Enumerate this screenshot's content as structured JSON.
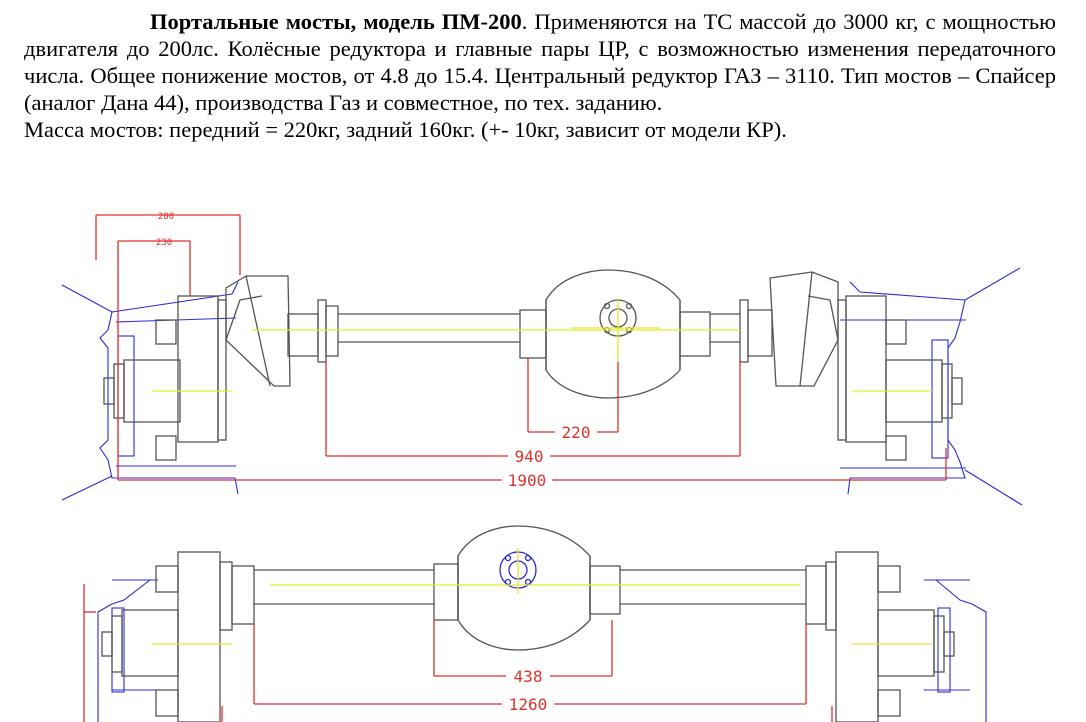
{
  "description": {
    "title": "Портальные мосты, модель ПМ-200",
    "text": ". Применяются на ТС массой до 3000 кг, с мощностью двигателя до 200лс. Колёсные редуктора и главные пары ЦР, с возможностью изменения передаточного числа. Общее понижение мостов, от 4.8 до 15.4. Центральный редуктор ГАЗ – 3110. Тип мостов – Спайсер (аналог Дана 44), производства Газ и совместное, по тех. заданию.",
    "mass_line": "Масса мостов: передний = 220кг, задний 160кг. (+- 10кг, зависит от модели КР)."
  },
  "front_axle": {
    "dim_280": "280",
    "dim_230": "230",
    "dim_220": "220",
    "dim_940": "940",
    "dim_1900": "1900"
  },
  "rear_axle": {
    "dim_438": "438",
    "dim_1260": "1260"
  },
  "colors": {
    "outline": "#555555",
    "dimension": "#e0302a",
    "wheel_outline": "#2b2bd6",
    "centerline": "#e6e62e"
  }
}
